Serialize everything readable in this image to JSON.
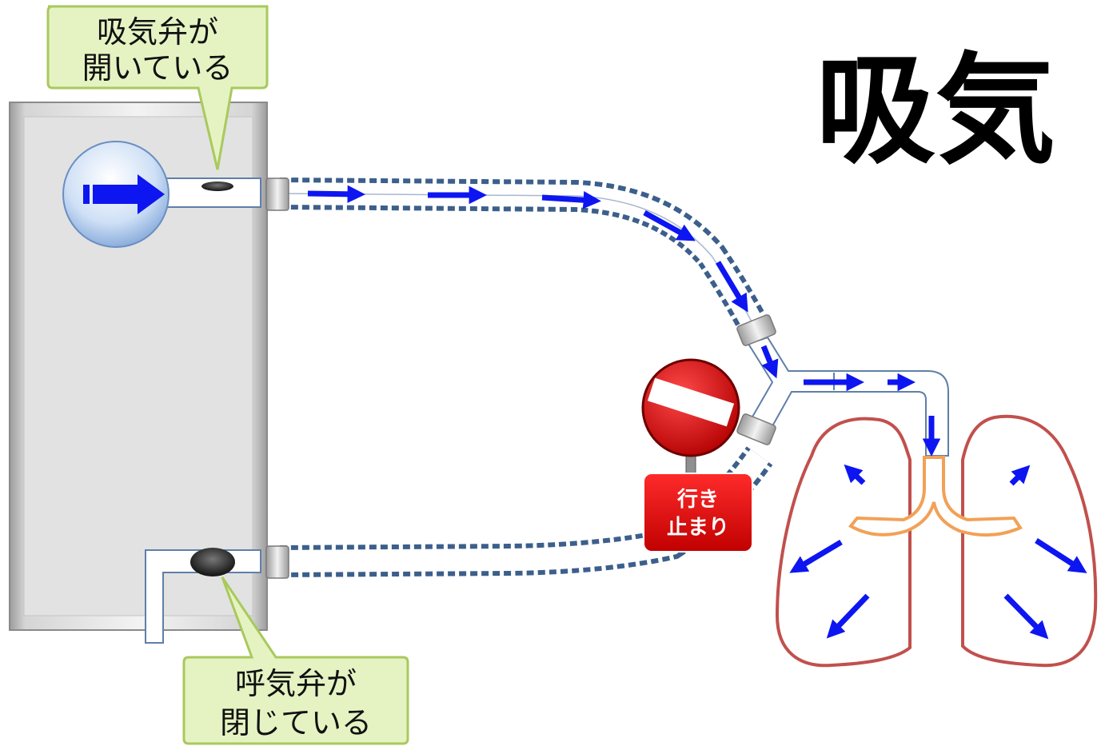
{
  "title": "吸気",
  "callout_top": {
    "line1": "吸気弁が",
    "line2": "開いている"
  },
  "callout_bottom": {
    "line1": "呼気弁が",
    "line2": "閉じている"
  },
  "sign": {
    "line1": "行き",
    "line2": "止まり"
  },
  "colors": {
    "arrow": "#0d16f0",
    "tube_dash": "#3c5f8c",
    "callout_fill": "#e5f3c3",
    "callout_border": "#a9c95d",
    "lung_outline": "#c1504d",
    "bronchi": "#f2a157",
    "sign_red": "#d20b0b"
  },
  "icons": {
    "inspiratory_valve_status": "valve-open-icon",
    "expiratory_valve_status": "valve-closed-icon",
    "flow_marker": "flow-arrow-icon",
    "dead_end": "no-entry-sign-icon"
  }
}
